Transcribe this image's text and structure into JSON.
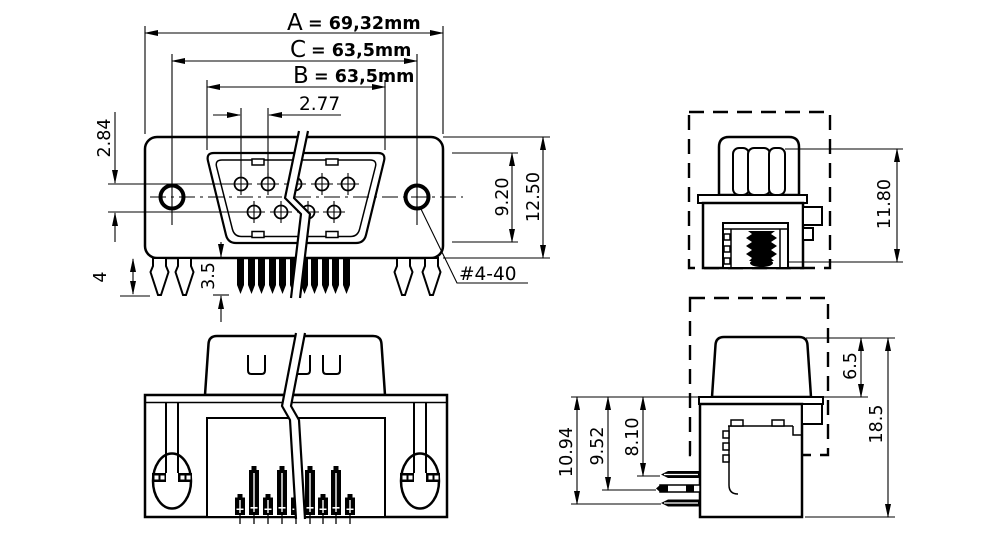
{
  "colors": {
    "ink": "#000000",
    "paper": "#ffffff"
  },
  "dims": {
    "a_letter": "A",
    "a_value": "= 69,32mm",
    "c_letter": "C",
    "c_value": "= 63,5mm",
    "b_letter": "B",
    "b_value": "= 63,5mm",
    "pin_pitch": "2.77",
    "row_spacing": "2.84",
    "leg_length": "4",
    "pin_length": "3.5",
    "insert_height": "9.20",
    "flange_height": "12.50",
    "thread_callout": "#4-40",
    "rear_height": "11.80",
    "hood_height": "6.5",
    "overall_height": "18.5",
    "pin_row_1": "8.10",
    "pin_row_2": "9.52",
    "pin_row_3": "10.94"
  }
}
